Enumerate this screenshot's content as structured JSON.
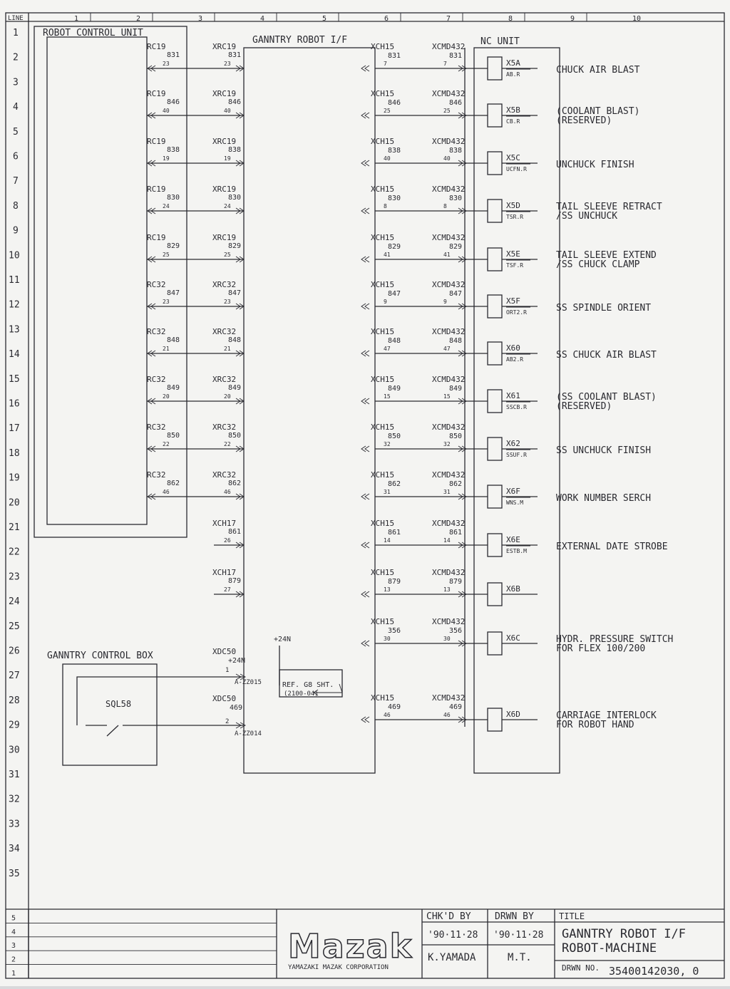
{
  "line_header": "LINE",
  "col_numbers": [
    "1",
    "2",
    "3",
    "4",
    "5",
    "6",
    "7",
    "8",
    "9",
    "10"
  ],
  "line_numbers": [
    "1",
    "2",
    "3",
    "4",
    "5",
    "6",
    "7",
    "8",
    "9",
    "10",
    "11",
    "12",
    "13",
    "14",
    "15",
    "16",
    "17",
    "18",
    "19",
    "20",
    "21",
    "22",
    "23",
    "24",
    "25",
    "26",
    "27",
    "28",
    "29",
    "30",
    "31",
    "32",
    "33",
    "34",
    "35"
  ],
  "blocks": {
    "robot_control_unit": "ROBOT CONTROL UNIT",
    "ganntry_robot_if": "GANNTRY ROBOT I/F",
    "nc_unit": "NC UNIT",
    "ganntry_control_box": "GANNTRY CONTROL BOX",
    "sql58": "SQL58"
  },
  "signals": [
    {
      "rc": "RC19",
      "num": "831",
      "pin_a": "23",
      "xr": "XRC19",
      "pin_b": "23",
      "xch": "XCH15",
      "pin_c": "7",
      "xcmd": "XCMD432",
      "pin_d": "7",
      "relay": "X5A",
      "relay_sub": "AB.R",
      "desc1": "CHUCK AIR BLAST",
      "desc2": ""
    },
    {
      "rc": "RC19",
      "num": "846",
      "pin_a": "40",
      "xr": "XRC19",
      "pin_b": "40",
      "xch": "XCH15",
      "pin_c": "25",
      "xcmd": "XCMD432",
      "pin_d": "25",
      "relay": "X5B",
      "relay_sub": "CB.R",
      "desc1": "(COOLANT BLAST)",
      "desc2": "(RESERVED)"
    },
    {
      "rc": "RC19",
      "num": "838",
      "pin_a": "19",
      "xr": "XRC19",
      "pin_b": "19",
      "xch": "XCH15",
      "pin_c": "40",
      "xcmd": "XCMD432",
      "pin_d": "40",
      "relay": "X5C",
      "relay_sub": "UCFN.R",
      "desc1": "UNCHUCK FINISH",
      "desc2": ""
    },
    {
      "rc": "RC19",
      "num": "830",
      "pin_a": "24",
      "xr": "XRC19",
      "pin_b": "24",
      "xch": "XCH15",
      "pin_c": "8",
      "xcmd": "XCMD432",
      "pin_d": "8",
      "relay": "X5D",
      "relay_sub": "TSR.R",
      "desc1": "TAIL SLEEVE RETRACT",
      "desc2": "/SS UNCHUCK"
    },
    {
      "rc": "RC19",
      "num": "829",
      "pin_a": "25",
      "xr": "XRC19",
      "pin_b": "25",
      "xch": "XCH15",
      "pin_c": "41",
      "xcmd": "XCMD432",
      "pin_d": "41",
      "relay": "X5E",
      "relay_sub": "TSF.R",
      "desc1": "TAIL SLEEVE EXTEND",
      "desc2": "/SS CHUCK CLAMP"
    },
    {
      "rc": "RC32",
      "num": "847",
      "pin_a": "23",
      "xr": "XRC32",
      "pin_b": "23",
      "xch": "XCH15",
      "pin_c": "9",
      "xcmd": "XCMD432",
      "pin_d": "9",
      "relay": "X5F",
      "relay_sub": "ORT2.R",
      "desc1": "SS SPINDLE ORIENT",
      "desc2": ""
    },
    {
      "rc": "RC32",
      "num": "848",
      "pin_a": "21",
      "xr": "XRC32",
      "pin_b": "21",
      "xch": "XCH15",
      "pin_c": "47",
      "xcmd": "XCMD432",
      "pin_d": "47",
      "relay": "X60",
      "relay_sub": "AB2.R",
      "desc1": "SS CHUCK AIR BLAST",
      "desc2": ""
    },
    {
      "rc": "RC32",
      "num": "849",
      "pin_a": "20",
      "xr": "XRC32",
      "pin_b": "20",
      "xch": "XCH15",
      "pin_c": "15",
      "xcmd": "XCMD432",
      "pin_d": "15",
      "relay": "X61",
      "relay_sub": "SSCB.R",
      "desc1": "(SS COOLANT BLAST)",
      "desc2": "(RESERVED)"
    },
    {
      "rc": "RC32",
      "num": "850",
      "pin_a": "22",
      "xr": "XRC32",
      "pin_b": "22",
      "xch": "XCH15",
      "pin_c": "32",
      "xcmd": "XCMD432",
      "pin_d": "32",
      "relay": "X62",
      "relay_sub": "SSUF.R",
      "desc1": "SS UNCHUCK FINISH",
      "desc2": ""
    },
    {
      "rc": "RC32",
      "num": "862",
      "pin_a": "46",
      "xr": "XRC32",
      "pin_b": "46",
      "xch": "XCH15",
      "pin_c": "31",
      "xcmd": "XCMD432",
      "pin_d": "31",
      "relay": "X6F",
      "relay_sub": "WNS.M",
      "desc1": "WORK NUMBER SERCH",
      "desc2": ""
    },
    {
      "rc": "",
      "num": "861",
      "pin_a": "",
      "xr": "XCH17",
      "pin_b": "26",
      "xch": "XCH15",
      "pin_c": "14",
      "xcmd": "XCMD432",
      "pin_d": "14",
      "relay": "X6E",
      "relay_sub": "ESTB.M",
      "desc1": "EXTERNAL DATE STROBE",
      "desc2": ""
    },
    {
      "rc": "",
      "num": "879",
      "pin_a": "",
      "xr": "XCH17",
      "pin_b": "27",
      "xch": "XCH15",
      "pin_c": "13",
      "xcmd": "XCMD432",
      "pin_d": "13",
      "relay": "X6B",
      "relay_sub": "",
      "desc1": "",
      "desc2": ""
    },
    {
      "rc": "",
      "num": "356",
      "pin_a": "",
      "xr": "",
      "pin_b": "",
      "xch": "XCH15",
      "pin_c": "30",
      "xcmd": "XCMD432",
      "pin_d": "30",
      "relay": "X6C",
      "relay_sub": "",
      "desc1": "HYDR. PRESSURE SWITCH",
      "desc2": "FOR FLEX 100/200"
    },
    {
      "rc": "",
      "num": "469",
      "pin_a": "",
      "xr": "XDC50",
      "pin_b": "2",
      "xch": "XCH15",
      "pin_c": "46",
      "xcmd": "XCMD432",
      "pin_d": "46",
      "relay": "X6D",
      "relay_sub": "",
      "desc1": "CARRIAGE INTERLOCK",
      "desc2": "FOR ROBOT HAND"
    }
  ],
  "supply": {
    "plus24n_top": "+24N",
    "xdc50_top": "XDC50",
    "plus24n": "+24N",
    "pin1": "1",
    "az2015": "A-ZZ015",
    "az2014": "A-ZZ014",
    "ref1": "REF. G8 SHT.",
    "ref2": "(2100-04)"
  },
  "revisions": [
    "5",
    "4",
    "3",
    "2",
    "1"
  ],
  "title_block": {
    "company": "YAMAZAKI MAZAK CORPORATION",
    "logo": "Mazak",
    "chkd_label": "CHK'D BY",
    "drawn_label": "DRWN BY",
    "chkd_date": "'90·11·28",
    "drawn_date": "'90·11·28",
    "chkd_name": "K.YAMADA",
    "drawn_name": "M.T.",
    "title_label": "TITLE",
    "title1": "GANNTRY ROBOT I/F",
    "title2": "ROBOT-MACHINE",
    "dwg_label": "DRWN NO.",
    "dwg_no": "35400142030, 0"
  }
}
